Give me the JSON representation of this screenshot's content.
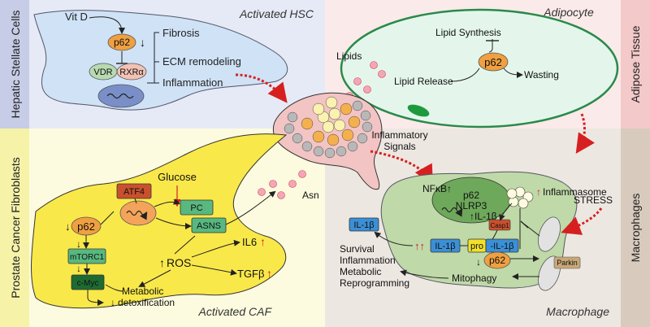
{
  "side_labels": {
    "hsc": "Hepatic Stellate Cells",
    "caf": "Prostate Cancer Fibroblasts",
    "adipose": "Adipose Tissue",
    "macrophages": "Macrophages"
  },
  "panel_titles": {
    "hsc": "Activated HSC",
    "adipocyte": "Adipocyte",
    "caf": "Activated CAF",
    "macrophage": "Macrophage"
  },
  "hsc": {
    "vitd": "Vit D",
    "p62": "p62",
    "down_arrow": "↓",
    "vdr": "VDR",
    "rxr": "RXRα",
    "outcomes": [
      "Fibrosis",
      "ECM remodeling",
      "Inflammation"
    ]
  },
  "adipocyte": {
    "lipid_synthesis": "Lipid Synthesis",
    "p62": "p62",
    "wasting": "Wasting",
    "lipids": "Lipids",
    "lipid_release": "Lipid Release"
  },
  "caf": {
    "glucose": "Glucose",
    "atf4": "ATF4",
    "pc": "PC",
    "asns": "ASNS",
    "asn": "Asn",
    "p62": "p62",
    "p62_arrow": "↓",
    "mtorc1": "mTORC1",
    "cmyc": "c-Myc",
    "ros": "ROS",
    "ros_arrow": "↑",
    "il6": "IL6",
    "tgfb": "TGFβ",
    "up_arrow": "↑",
    "metabolic": "Metabolic",
    "detox": "detoxification",
    "detox_arrow": "↓"
  },
  "macrophage": {
    "inflammatory": "Inflammatory",
    "signals": "Signals",
    "nfkb": "NFκB↑",
    "p62": "p62",
    "nlrp3": "NLRP3",
    "il1b_nuc": "↑IL-1β",
    "inflammasome": "Inflammasome",
    "inflammasome_arrow": "↑",
    "stress": "STRESS",
    "casp1": "Casp1",
    "il1b_out": "IL-1β",
    "il1b_mid": "IL-1β",
    "pro": "pro",
    "pro_il1b": "-IL-1β",
    "double_up": "↑↑",
    "p62_low": "p62",
    "p62_low_arrow": "↓",
    "parkin": "Parkin",
    "mitophagy": "Mitophagy",
    "outcomes": [
      "Survival",
      "Inflammation",
      "Metabolic",
      "Reprogramming"
    ]
  },
  "colors": {
    "hsc_bg": "#e6eaf6",
    "adipose_bg": "#fbeaea",
    "caf_bg": "#fdfbdf",
    "macro_bg": "#ede7e1",
    "p62": "#f0a040",
    "green_box": "#58b880",
    "dark_green": "#1e6b32",
    "blue_box": "#3b8fd6",
    "red_arrow": "#d62020",
    "cell_blue": "#cfe2f6",
    "caf_yellow": "#f9e84a",
    "adipocyte_green": "#e4f6ec",
    "macro_cell": "#bfd9a8"
  }
}
